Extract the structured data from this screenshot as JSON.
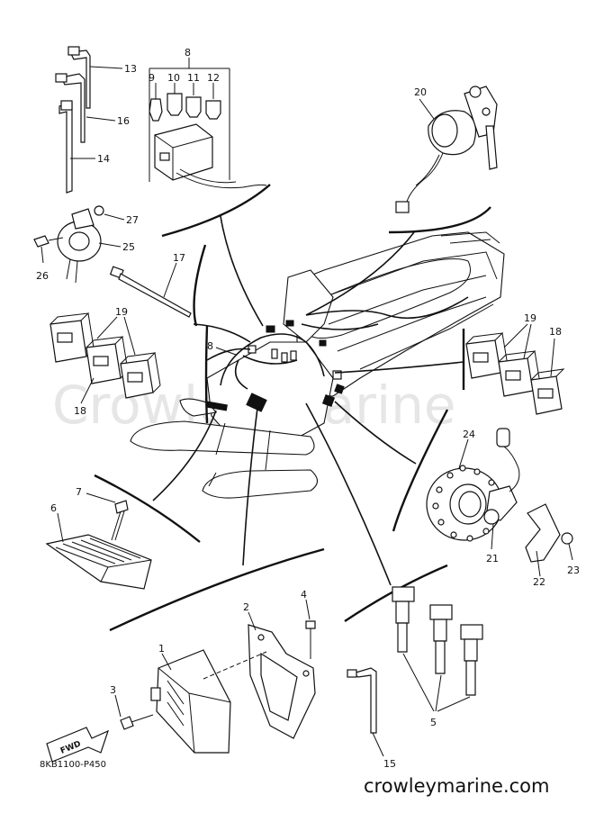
{
  "watermark": "Crowley Marine",
  "footer_url": "crowleymarine.com",
  "diagram_code": "8KB1100-P450",
  "fwd_label": "FWD",
  "callouts": {
    "c1": "1",
    "c2": "2",
    "c3": "3",
    "c4": "4",
    "c5": "5",
    "c6": "6",
    "c7": "7",
    "c8a": "8",
    "c8b": "8",
    "c9": "9",
    "c10": "10",
    "c11": "11",
    "c12": "12",
    "c13": "13",
    "c14": "14",
    "c15": "15",
    "c16": "16",
    "c17": "17",
    "c18a": "18",
    "c18b": "18",
    "c19a": "19",
    "c19b": "19",
    "c20": "20",
    "c21": "21",
    "c22": "22",
    "c23": "23",
    "c24": "24",
    "c25": "25",
    "c26": "26",
    "c27": "27"
  }
}
